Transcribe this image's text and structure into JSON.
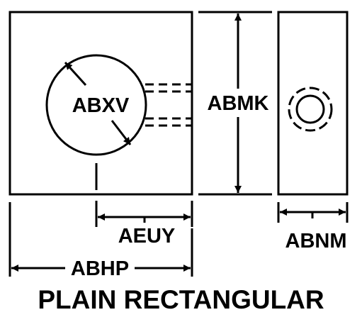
{
  "title": "PLAIN RECTANGULAR",
  "labels": {
    "hole_diameter": "ABXV",
    "height": "ABMK",
    "hole_offset": "AEUY",
    "width": "ABHP",
    "thickness": "ABNM"
  },
  "colors": {
    "ink": "#000000",
    "background": "#ffffff"
  }
}
